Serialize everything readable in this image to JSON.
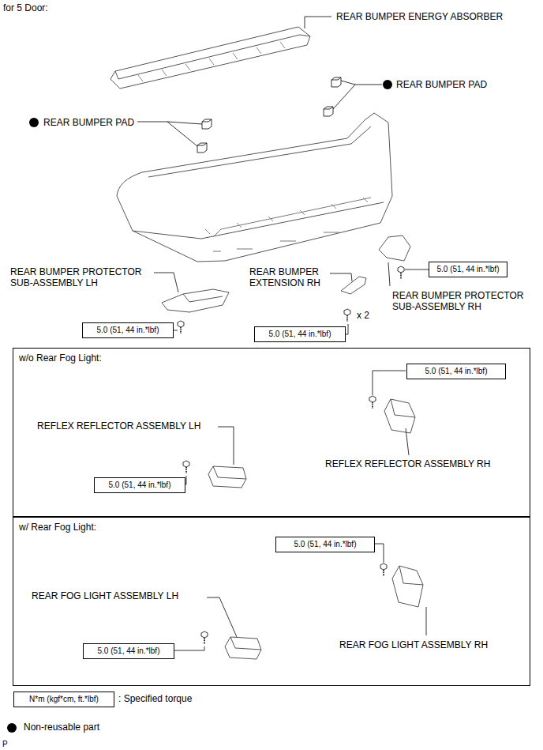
{
  "diagram": {
    "title": "for 5 Door:",
    "nodes": [
      {
        "text": [
          "5.0 (51, 44 in.*lbf)"
        ]
      },
      {
        "text": [
          "5.0 (51, 44 in.*lbf)"
        ]
      },
      {
        "text": [
          "5.0 (51, 44 in.*lbf)"
        ]
      },
      {
        "text": [
          "w/o Rear Fog Light:"
        ]
      },
      {
        "text": [
          "5.0 (51, 44 in.*lbf)"
        ],
        "in": 3
      },
      {
        "text": [
          "5.0 (51, 44 in.*lbf)"
        ],
        "in": 3
      },
      {
        "text": [
          "w/ Rear Fog Light:"
        ]
      },
      {
        "text": [
          "5.0 (51, 44 in.*lbf)"
        ],
        "in": 6
      },
      {
        "text": [
          "5.0 (51, 44 in.*lbf)"
        ],
        "in": 6
      },
      {
        "text": [
          "N*m (kgf*cm, ft.*lbf)"
        ]
      }
    ],
    "labels": [
      "REAR BUMPER ENERGY ABSORBER",
      "REAR BUMPER PAD",
      "REAR BUMPER PAD",
      "REAR BUMPER PROTECTOR SUB-ASSEMBLY LH",
      "REAR BUMPER EXTENSION RH",
      "x 2",
      "REAR BUMPER PROTECTOR SUB-ASSEMBLY RH",
      "REFLEX REFLECTOR ASSEMBLY LH",
      "REFLEX REFLECTOR ASSEMBLY RH",
      "REAR FOG LIGHT ASSEMBLY LH",
      "REAR FOG LIGHT ASSEMBLY RH",
      "P"
    ],
    "legend": [
      {
        "text": ": Specified torque"
      },
      {
        "text": "Non-reusable part",
        "color": "#000000"
      }
    ]
  }
}
